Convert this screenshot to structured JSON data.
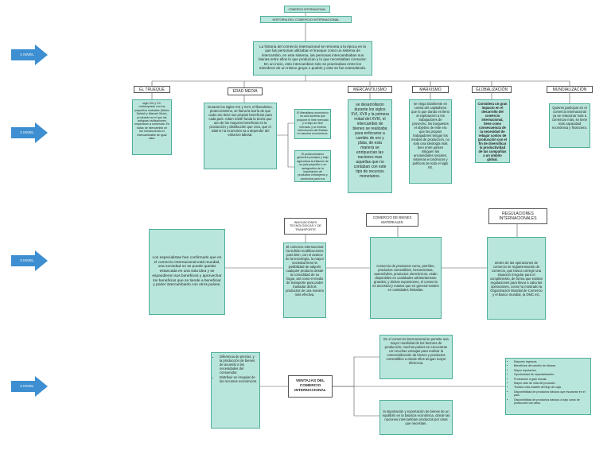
{
  "title": "COMERCIO INTERNACIONAL",
  "subtitle": "HISTORIA DEL COMERCIO INTERNACIONAL",
  "intro": "La historia del comercio internacional se remonta a la época en la que las personas utilizaban el trueque como un sistema de intercambio, en este sistema, las personas intercambiaban sus bienes entre ellos lo que producían y lo que necesitaban consumir. En un inicio, esto intercambios solo se practicaban entre los miembros de un mismo grupo o pueblo y este se fue extendiendo.",
  "levels": [
    "1 NIVEL",
    "2 NIVEL",
    "3 NIVEL",
    "4 NIVEL"
  ],
  "level2": {
    "categories": [
      "EL TRUEQUE",
      "EDAD MEDIA",
      "MERCANTILISMO",
      "MARXISMO",
      "GLOBALIZACIÓN",
      "MUNDIALIZACIÓN"
    ],
    "trueque": "siglo XIX y XX, contemplado con los pequeños mutuales (Albino Salvioli y Manuel Girón), producido en el que las antiguas civilizaciones empezaron a comerciar. En todas de intercambio se fue introduciendo el intercambiable de igual valor.",
    "edad_media": "Durante los siglos XVI y XVII, el liberalismo, proteccionismo, se llama la teoría de que cada uno tiene sus propios beneficios para cada país. Adam Smith funda la teoría que uno de los mayores beneficios es la producción y distribución que crea, que el sitial en la economía va a depender del esfuerzo laboral.",
    "edad_media_a": "El liberalismo económico es una doctrina que propone el libre mercado y el flujo de libre mercado y la mínima intervención del Estado en asuntos económicos.",
    "edad_media_b": "El proteccionismo generará principio y bajo agricultura la inflación de un país pequeño o en autogestión de la importación de productos extranjeros y productos para sus estados.",
    "mercantilismo": "se desarrollaron durante los siglos XVI, XVII y la primera mitad del XVIII, el intercambio de bienes se realizaba para enfocarse a cambio de oro y plata, de esta manera se enriquecían las naciones mas aquellas que no contaban con este tipo de recursos monetarios.",
    "marxismo": "se niega totalmente en contra del capitalismo que lo que dando es lleno al explotación a los trabajadores de provecho, los burgueses el objetivo de este era que los propios trabajadores tengan los medios de producción, no solo una ideología más bien entre países mitiguen las ancianidades sociales, sistemas económicos y políticos de todo el siglo XX.",
    "globalizacion": "Considera un gran impacto en el desarrollo del comercio internacional, tiene como consecuencia de la necesidad de rebajar costos de producción con el fin de diversificar la productividad de las compañías a un ámbito global.",
    "mundializacion": "Quieres participar en el comercio internacional ya se relacionar más a comerciar más, se tiene más capacidad económica y financiera."
  },
  "level3": {
    "left": "Los especialistas han confirmado que en el comercio internacional está mundial, una sociedad no se puede quedar estancada en una sola idea y se espandieron sus beneficios y aprovechar los beneficios que se tiende a beneficiar y poder intercambiarlo con otros países.",
    "innov_title": "INNOVACIONES TECNOLÓGICAS Y DE TRANSPORTE",
    "innov": "El comercio internacional ha sufrido modificaciones para bien, con el avance de la tecnología, la mayor sociedad tiene la posibilidad de adquirir cualquier producto desde la comodidad de su hogar, así como el medio de transporte para poder trasladar dichos productos de una manera más efectiva.",
    "bienes_title": "COMERCIO DE BIENES MATERIALES",
    "bienes": "Comercio de productos como, petróleo, productos comestibles, herramientas, automóviles, productos electrónicos, están disponibles en cantidades arbitrariamente grandes; y dichas expresiones, el comercio es ancestral y masivo que en general existen en cantidades limitadas.",
    "regul_title": "REGULACIONES INTERNACIONALES",
    "regul": "dentro de las operaciones de comercio se reglamentación de comercio, que busca corregir una situación irregular para el cumplimiento, de forma que existan regulaciones para llevar a cabo las operaciones, como ha mostrado la Organización Mundial de Comercio y el Banco mundial, la OMC etc."
  },
  "level4": {
    "bullets_left": [
      "Diferencia de precios, y la producción de bienes de acuerdo a las necesidades del consumidor.",
      "Distribuir en irregular de los recursos económicos."
    ],
    "center": "VENTAJAS DEL COMERCIO INTERNACIONAL",
    "top": "En el comercio internacional se permite una mayor movilidad de los factores de producción; muchos países se encuentran con muchas ventajas para realizar la comercialización de bienes y productos comestibles a donde ellos tengan mayor eficiencia.",
    "bottom": "la importación y exportación de bienes de un equilibrio en la balanza económica, donde las naciones intercambian productos por otras que necesitan.",
    "bullets_right": [
      "Mayores ingresos.",
      "Beneficios del cambio de divisas.",
      "Mayor reputación.",
      "Oportunidad de especialización.",
      "Producción a gran escala.",
      "Mayor ciclo de vida del producto.",
      "Tensión más estable del flujo de caja.",
      "Disponibilidad de productos básicos que escasean en el país.",
      "Disponibilidad de productos básicos a bajo costo de producción con altos."
    ]
  },
  "colors": {
    "teal_fill": "#b9e6dc",
    "teal_border": "#4fae9a",
    "arrow_blue": "#3d8fd1"
  }
}
